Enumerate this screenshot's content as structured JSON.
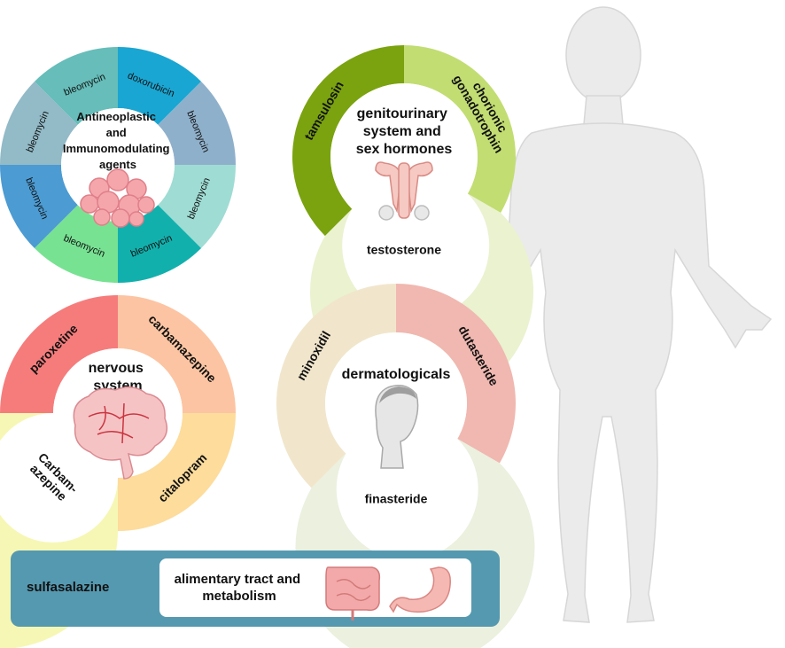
{
  "groups": {
    "antineoplastic": {
      "title_lines": [
        "Antineoplastic",
        "and",
        "Immunomodulating",
        "agents"
      ],
      "segments": [
        {
          "label": "bleomycin",
          "color": "#66bdb9"
        },
        {
          "label": "doxorubicin",
          "color": "#1aa6d2"
        },
        {
          "label": "bleomycin",
          "color": "#8fb0cb"
        },
        {
          "label": "bleomycin",
          "color": "#9fdcd3"
        },
        {
          "label": "bleomycin",
          "color": "#12b0ad"
        },
        {
          "label": "bleomycin",
          "color": "#78e293"
        },
        {
          "label": "bleomycin",
          "color": "#4c9bd2"
        },
        {
          "label": "bleomycin",
          "color": "#92bac7"
        }
      ]
    },
    "genitourinary": {
      "title_lines": [
        "genitourinary",
        "system and",
        "sex hormones"
      ],
      "segments": [
        {
          "label": "tamsulosin",
          "color": "#7aa30f"
        },
        {
          "label": "chorionic gonadotrophin",
          "label_lines": [
            "chorionic",
            "gonadotrophin"
          ],
          "color": "#c2dd72"
        },
        {
          "label": "testosterone",
          "color": "#eaf2d0"
        }
      ]
    },
    "nervous": {
      "title_lines": [
        "nervous",
        "system"
      ],
      "segments": [
        {
          "label": "paroxetine",
          "color": "#f67c7c"
        },
        {
          "label": "carbamazepine",
          "color": "#fcc4a2"
        },
        {
          "label": "citalopram",
          "color": "#fddc9c"
        },
        {
          "label": "Carbam-azepine",
          "label_lines": [
            "Carbam-",
            "azepine"
          ],
          "color": "#f6f7b5"
        }
      ]
    },
    "dermatologicals": {
      "title_lines": [
        "dermatologicals"
      ],
      "segments": [
        {
          "label": "minoxidil",
          "color": "#f1e6cc"
        },
        {
          "label": "dutasteride",
          "color": "#f0b8b0"
        },
        {
          "label": "finasteride",
          "color": "#ebf0df"
        }
      ]
    }
  },
  "alimentary": {
    "side_label": "sulfasalazine",
    "title_lines": [
      "alimentary tract and",
      "metabolism"
    ],
    "banner_color": "#5599b0"
  },
  "icons": [
    "cancer-cells-icon",
    "reproductive-organs-icon",
    "brain-icon",
    "head-profile-icon",
    "intestine-icon",
    "stomach-icon",
    "human-body-silhouette"
  ]
}
